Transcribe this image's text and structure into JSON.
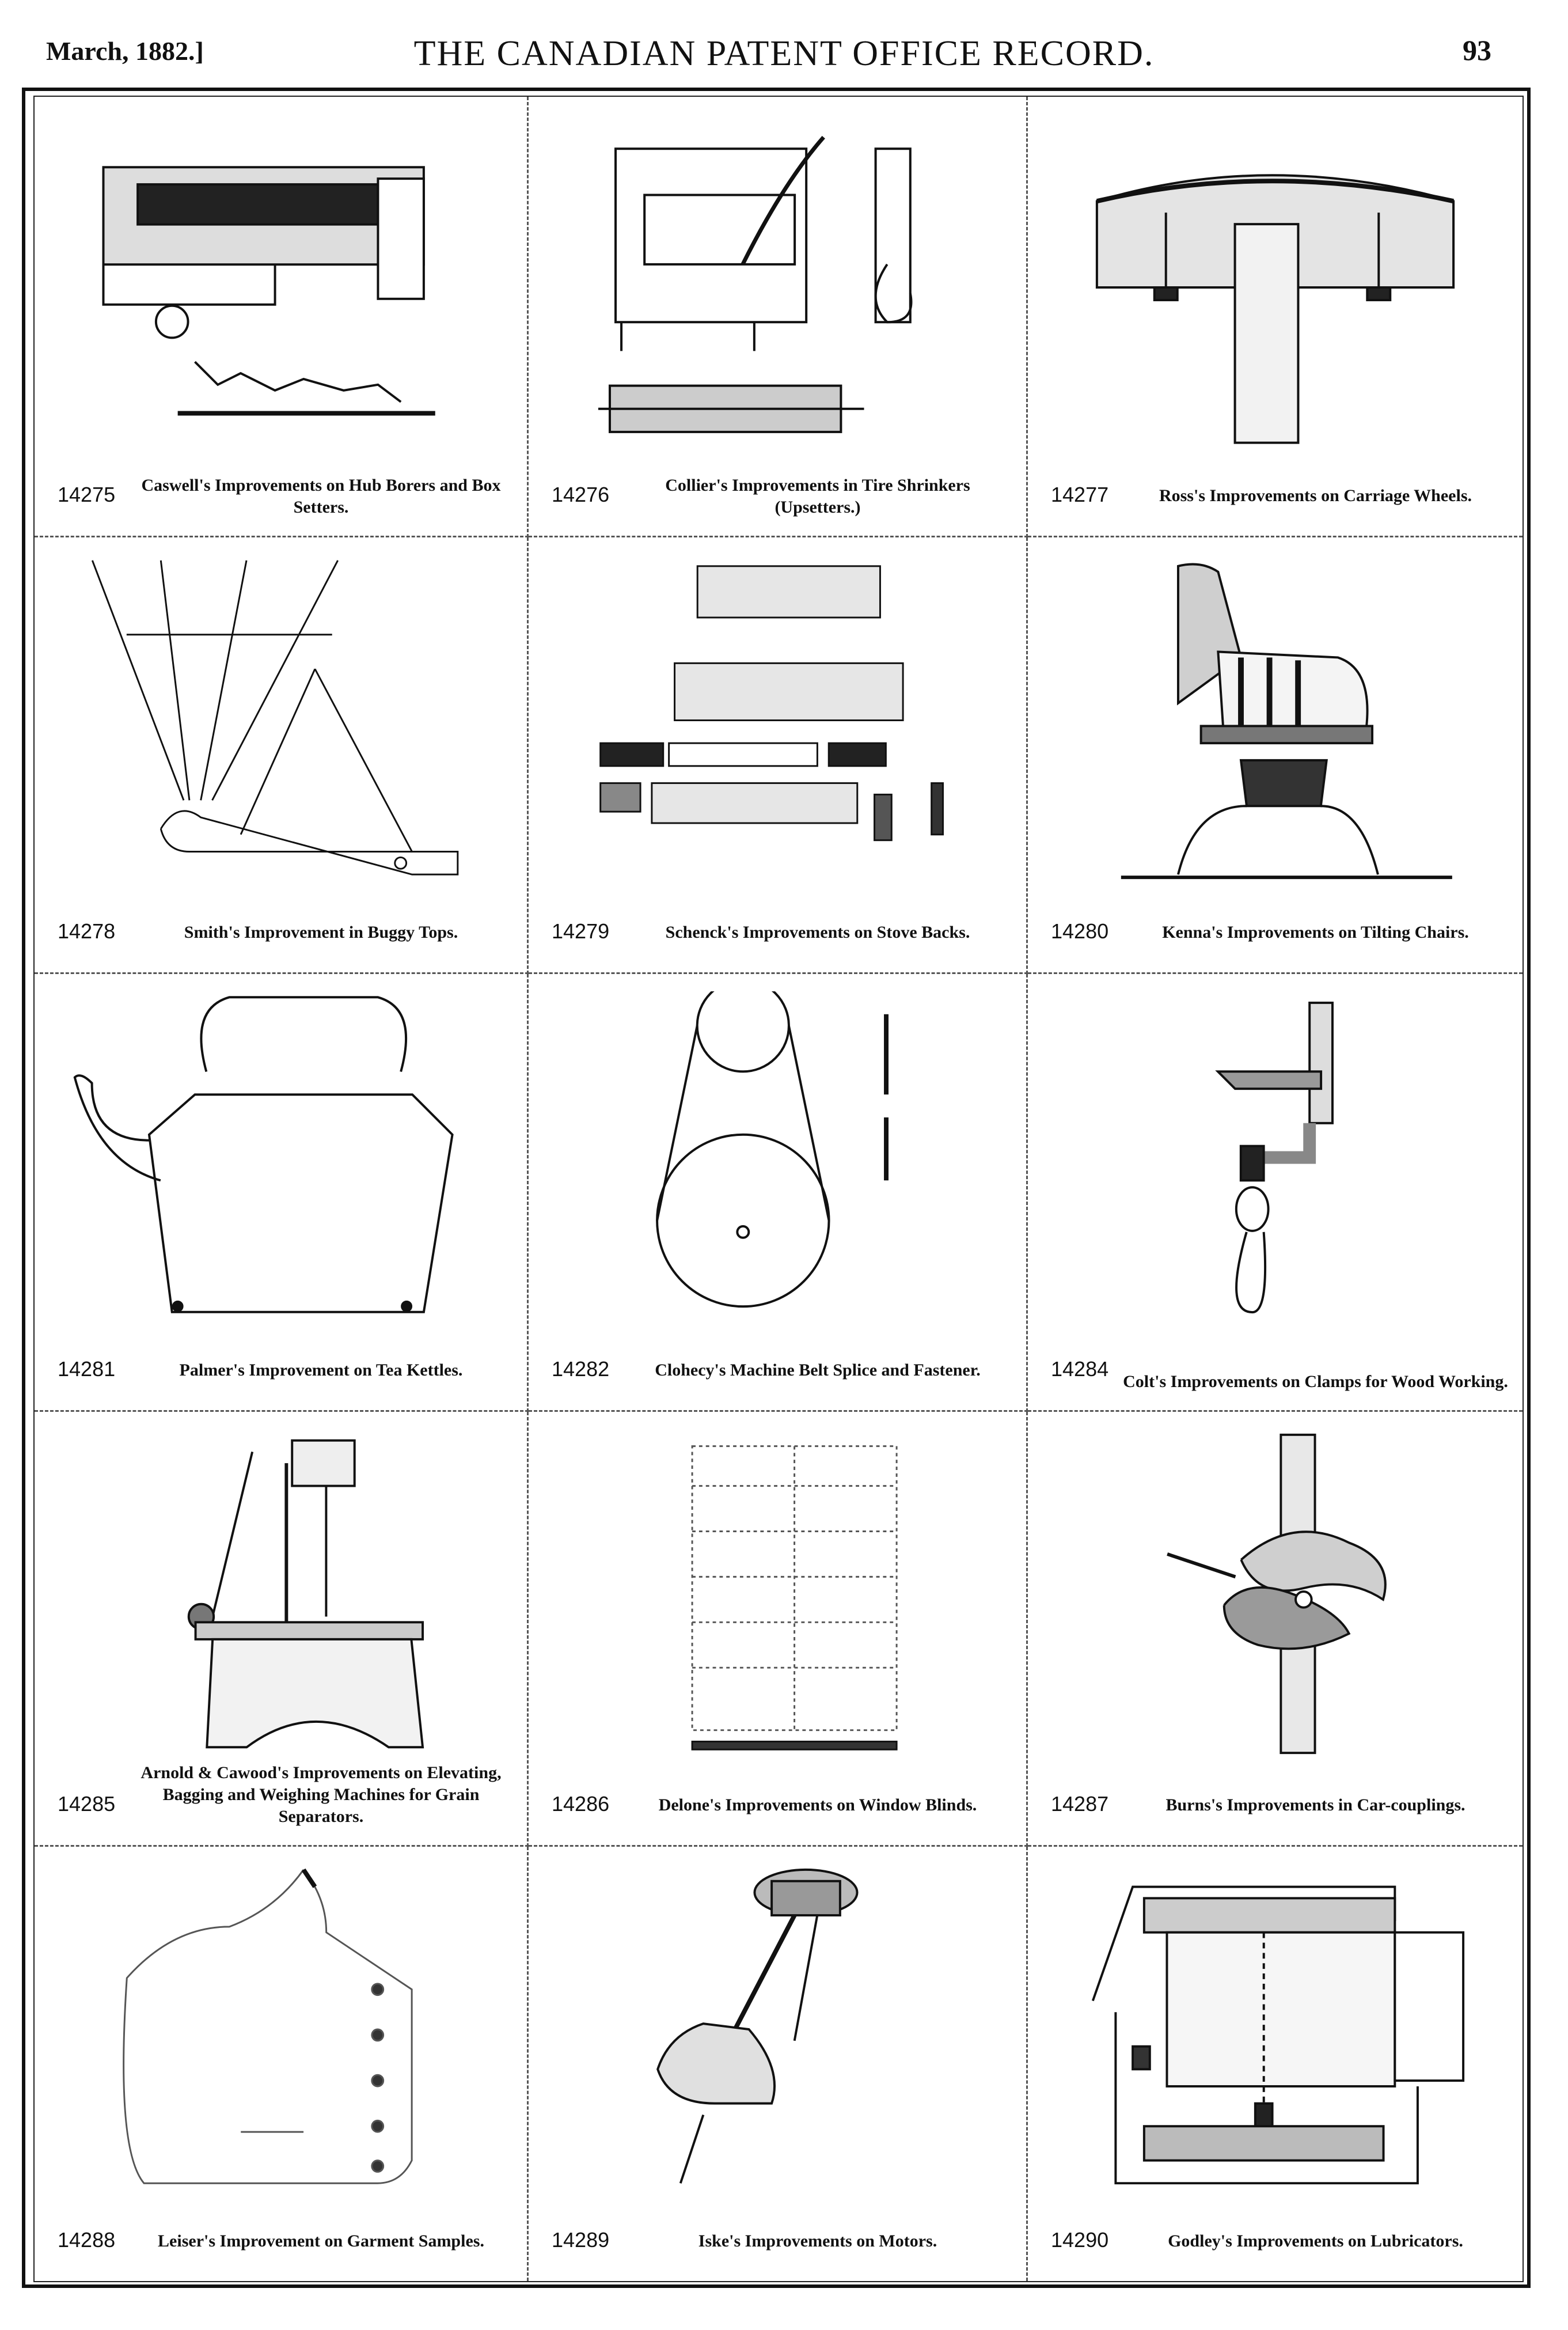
{
  "header": {
    "date": "March, 1882.]",
    "title": "THE CANADIAN PATENT OFFICE RECORD.",
    "page_number": "93"
  },
  "patents": [
    {
      "number": "14275",
      "caption": "Caswell's Improvements on Hub Borers and Box Setters.",
      "illustration": "hub-borer-drawing"
    },
    {
      "number": "14276",
      "caption": "Collier's Improvements in Tire Shrinkers (Upsetters.)",
      "illustration": "tire-shrinker-drawing"
    },
    {
      "number": "14277",
      "caption": "Ross's Improvements on Carriage Wheels.",
      "illustration": "carriage-wheel-drawing"
    },
    {
      "number": "14278",
      "caption": "Smith's Improvement in Buggy Tops.",
      "illustration": "buggy-top-drawing"
    },
    {
      "number": "14279",
      "caption": "Schenck's Improvements on Stove Backs.",
      "illustration": "stove-back-drawing"
    },
    {
      "number": "14280",
      "caption": "Kenna's Improvements on Tilting Chairs.",
      "illustration": "tilting-chair-drawing"
    },
    {
      "number": "14281",
      "caption": "Palmer's Improvement on Tea Kettles.",
      "illustration": "tea-kettle-drawing"
    },
    {
      "number": "14282",
      "caption": "Clohecy's Machine Belt Splice and Fastener.",
      "illustration": "belt-pulley-drawing"
    },
    {
      "number": "14284",
      "caption": "Colt's Improvements on Clamps for Wood Working.",
      "illustration": "wood-clamp-drawing"
    },
    {
      "number": "14285",
      "caption": "Arnold & Cawood's Improvements on Elevating, Bagging and Weighing Machines for Grain Separators.",
      "illustration": "grain-machine-drawing"
    },
    {
      "number": "14286",
      "caption": "Delone's Improvements on Window Blinds.",
      "illustration": "window-blind-drawing"
    },
    {
      "number": "14287",
      "caption": "Burns's Improvements in Car-couplings.",
      "illustration": "car-coupling-drawing"
    },
    {
      "number": "14288",
      "caption": "Leiser's Improvement on Garment Samples.",
      "illustration": "garment-sample-drawing"
    },
    {
      "number": "14289",
      "caption": "Iske's Improvements on Motors.",
      "illustration": "motor-drawing"
    },
    {
      "number": "14290",
      "caption": "Godley's Improvements on Lubricators.",
      "illustration": "lubricator-drawing"
    }
  ]
}
